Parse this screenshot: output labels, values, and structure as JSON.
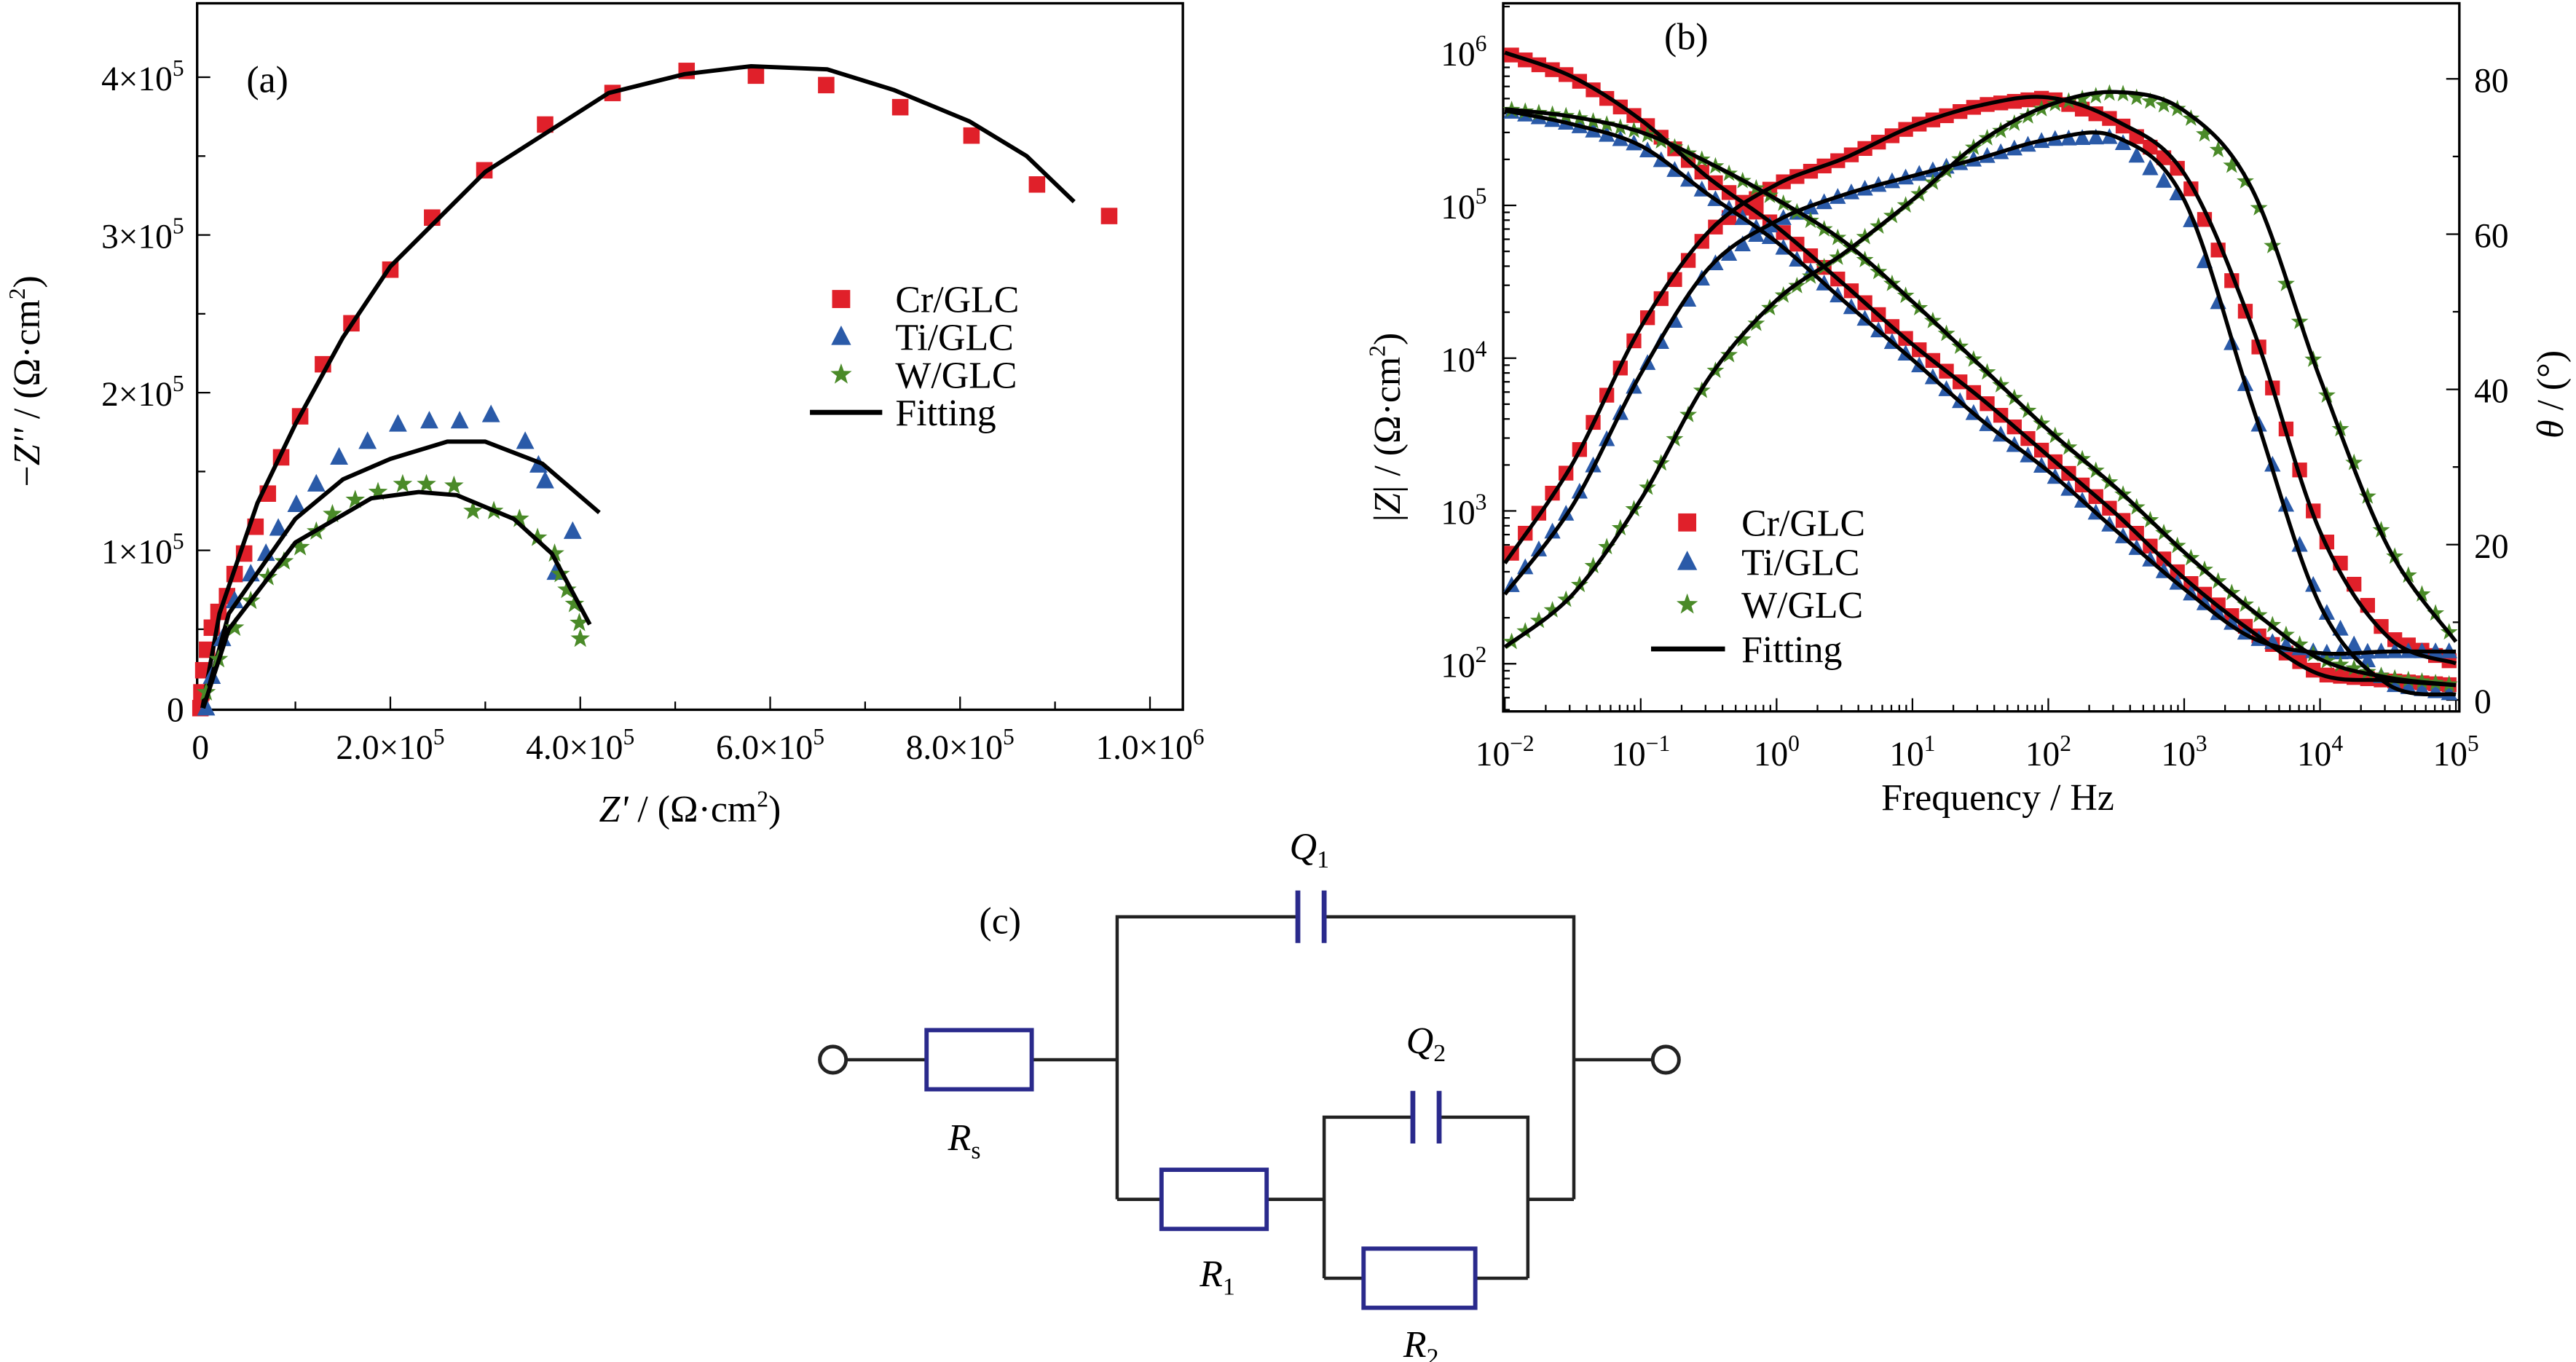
{
  "colors": {
    "cr": "#e0202a",
    "ti": "#2a5aa8",
    "w": "#4a8a28",
    "fit": "#000000",
    "circuit": "#2a2a8c"
  },
  "chart_data": [
    {
      "type": "scatter",
      "panel_label": "(a)",
      "xlabel": {
        "italic": "Z'",
        "rest": " / (Ω·cm",
        "sup": "2",
        "end": ")"
      },
      "ylabel": {
        "pre": "−",
        "italic": "Z''",
        "rest": " / (Ω·cm",
        "sup": "2",
        "end": ")"
      },
      "xlim": [
        0,
        1000000
      ],
      "ylim": [
        0,
        450000
      ],
      "xticks": [
        {
          "v": 0,
          "base": "0",
          "exp": ""
        },
        {
          "v": 200000,
          "base": "2.0×10",
          "exp": "5"
        },
        {
          "v": 400000,
          "base": "4.0×10",
          "exp": "5"
        },
        {
          "v": 600000,
          "base": "6.0×10",
          "exp": "5"
        },
        {
          "v": 800000,
          "base": "8.0×10",
          "exp": "5"
        },
        {
          "v": 1000000,
          "base": "1.0×10",
          "exp": "6"
        }
      ],
      "yticks": [
        {
          "v": 0,
          "base": "0",
          "exp": ""
        },
        {
          "v": 100000,
          "base": "1×10",
          "exp": "5"
        },
        {
          "v": 200000,
          "base": "2×10",
          "exp": "5"
        },
        {
          "v": 300000,
          "base": "3×10",
          "exp": "5"
        },
        {
          "v": 400000,
          "base": "4×10",
          "exp": "5"
        }
      ],
      "legend": {
        "position": "center-right",
        "entries": [
          "Cr/GLC",
          "Ti/GLC",
          "W/GLC",
          "Fitting"
        ]
      },
      "series": [
        {
          "name": "Cr/GLC",
          "marker": "square",
          "color_key": "cr",
          "x": [
            0,
            1000,
            3000,
            7000,
            12000,
            19000,
            28000,
            36000,
            46000,
            58000,
            71000,
            85000,
            105000,
            129000,
            159000,
            200000,
            244000,
            299000,
            363000,
            434000,
            512000,
            585000,
            659000,
            737000,
            812000,
            881000,
            957000
          ],
          "y": [
            0,
            10000,
            24000,
            37000,
            51000,
            61000,
            71000,
            85000,
            98000,
            115000,
            136000,
            159000,
            185000,
            218000,
            244000,
            278000,
            311000,
            341000,
            370000,
            390000,
            404000,
            401000,
            395000,
            381000,
            363000,
            332000,
            312000
          ],
          "fit_x": [
            2000,
            20000,
            60000,
            100000,
            150000,
            200000,
            300000,
            430000,
            510000,
            580000,
            660000,
            730000,
            810000,
            870000,
            920000
          ],
          "fit_y": [
            0,
            60000,
            130000,
            180000,
            235000,
            280000,
            340000,
            390000,
            402000,
            407000,
            405000,
            392000,
            372000,
            350000,
            321000
          ]
        },
        {
          "name": "Ti/GLC",
          "marker": "triangle",
          "color_key": "ti",
          "x": [
            6000,
            12000,
            23000,
            36000,
            53000,
            69000,
            82000,
            101000,
            122000,
            146000,
            176000,
            208000,
            241000,
            273000,
            306000,
            342000,
            356000,
            363000,
            392000,
            374000
          ],
          "y": [
            0,
            20000,
            44000,
            68000,
            85000,
            98000,
            114000,
            129000,
            142000,
            159000,
            169000,
            180000,
            182000,
            182000,
            186000,
            169000,
            154000,
            144000,
            112000,
            86000
          ],
          "fit_x": [
            3000,
            30000,
            100000,
            150000,
            200000,
            260000,
            300000,
            360000,
            420000
          ],
          "fit_y": [
            0,
            60000,
            120000,
            145000,
            158000,
            169000,
            169000,
            155000,
            124000
          ]
        },
        {
          "name": "W/GLC",
          "marker": "star",
          "color_key": "w",
          "x": [
            6000,
            19000,
            36000,
            53000,
            71000,
            88000,
            105000,
            122000,
            139000,
            163000,
            187000,
            213000,
            238000,
            267000,
            287000,
            309000,
            336000,
            355000,
            373000,
            379000,
            386000,
            394000,
            399000,
            400000
          ],
          "y": [
            10000,
            31000,
            51000,
            68000,
            83000,
            93000,
            102000,
            112000,
            123000,
            132000,
            137000,
            142000,
            142000,
            141000,
            125000,
            125000,
            120000,
            108000,
            98000,
            85000,
            75000,
            66000,
            54000,
            44000
          ],
          "fit_x": [
            3000,
            30000,
            100000,
            180000,
            230000,
            270000,
            330000,
            370000,
            410000
          ],
          "fit_y": [
            0,
            50000,
            105000,
            133000,
            137000,
            135000,
            120000,
            98000,
            53000
          ]
        }
      ]
    },
    {
      "type": "line",
      "panel_label": "(b)",
      "xlabel": "Frequency / Hz",
      "ylabel_left": {
        "pre": "|",
        "italic": "Z",
        "rest": "| / (Ω·cm",
        "sup": "2",
        "end": ")"
      },
      "ylabel_right": {
        "italic": "θ",
        "rest": " / (°)"
      },
      "xscale": "log",
      "xlim_log10": [
        -2,
        5
      ],
      "yleft_scale": "log",
      "yleft_lim_log10": [
        1.69,
        6.32
      ],
      "yright_lim": [
        -1.5,
        89.7
      ],
      "xticks": [
        {
          "v": -2,
          "base": "10",
          "exp": "−2"
        },
        {
          "v": -1,
          "base": "10",
          "exp": "−1"
        },
        {
          "v": 0,
          "base": "10",
          "exp": "0"
        },
        {
          "v": 1,
          "base": "10",
          "exp": "1"
        },
        {
          "v": 2,
          "base": "10",
          "exp": "2"
        },
        {
          "v": 3,
          "base": "10",
          "exp": "3"
        },
        {
          "v": 4,
          "base": "10",
          "exp": "4"
        },
        {
          "v": 5,
          "base": "10",
          "exp": "5"
        }
      ],
      "yleft_ticks": [
        {
          "v": 2,
          "base": "10",
          "exp": "2"
        },
        {
          "v": 3,
          "base": "10",
          "exp": "3"
        },
        {
          "v": 4,
          "base": "10",
          "exp": "4"
        },
        {
          "v": 5,
          "base": "10",
          "exp": "5"
        },
        {
          "v": 6,
          "base": "10",
          "exp": "6"
        }
      ],
      "yright_ticks": [
        {
          "v": 0,
          "label": "0"
        },
        {
          "v": 20,
          "label": "20"
        },
        {
          "v": 40,
          "label": "40"
        },
        {
          "v": 60,
          "label": "60"
        },
        {
          "v": 80,
          "label": "80"
        }
      ],
      "legend": {
        "position": "bottom-left",
        "entries": [
          "Cr/GLC",
          "Ti/GLC",
          "W/GLC",
          "Fitting"
        ]
      },
      "log10_f": [
        -2,
        -1.5,
        -1,
        -0.5,
        0,
        0.5,
        1,
        1.5,
        2,
        2.5,
        3,
        3.5,
        4,
        4.5,
        5
      ],
      "series": [
        {
          "name": "Cr/GLC",
          "marker": "square",
          "color_key": "cr",
          "log10_Z": [
            6.0,
            5.84,
            5.56,
            5.18,
            4.86,
            4.48,
            4.09,
            3.74,
            3.36,
            2.98,
            2.56,
            2.21,
            1.93,
            1.89,
            1.86
          ],
          "theta": [
            17.6,
            30.5,
            48,
            60.3,
            66.4,
            69.8,
            73.9,
            76.6,
            77.6,
            74.6,
            67.8,
            48.1,
            21.7,
            8.1,
            4.7
          ]
        },
        {
          "name": "Ti/GLC",
          "marker": "triangle",
          "color_key": "ti",
          "log10_Z": [
            5.62,
            5.53,
            5.39,
            5.07,
            4.76,
            4.37,
            3.99,
            3.6,
            3.26,
            2.87,
            2.49,
            2.17,
            2.07,
            2.08,
            2.08
          ],
          "theta": [
            13.6,
            25.1,
            42,
            55.6,
            61.7,
            65.1,
            67.5,
            69.8,
            72.2,
            72.5,
            64.4,
            38,
            12.2,
            2,
            0.7
          ]
        },
        {
          "name": "W/GLC",
          "marker": "star",
          "color_key": "w",
          "log10_Z": [
            5.63,
            5.58,
            5.48,
            5.28,
            5.04,
            4.76,
            4.37,
            3.95,
            3.53,
            3.15,
            2.73,
            2.35,
            2.03,
            1.91,
            1.86
          ],
          "theta": [
            6.8,
            13.6,
            25.8,
            41.4,
            51.5,
            57.6,
            64.4,
            71.9,
            76.6,
            78.3,
            75.9,
            65.8,
            41.4,
            19.7,
            7.5
          ]
        }
      ]
    }
  ],
  "circuit": {
    "panel_label": "(c)",
    "elements": [
      {
        "id": "Rs",
        "main": "R",
        "sub": "s"
      },
      {
        "id": "Q1",
        "main": "Q",
        "sub": "1"
      },
      {
        "id": "R1",
        "main": "R",
        "sub": "1"
      },
      {
        "id": "Q2",
        "main": "Q",
        "sub": "2"
      },
      {
        "id": "R2",
        "main": "R",
        "sub": "2"
      }
    ]
  }
}
